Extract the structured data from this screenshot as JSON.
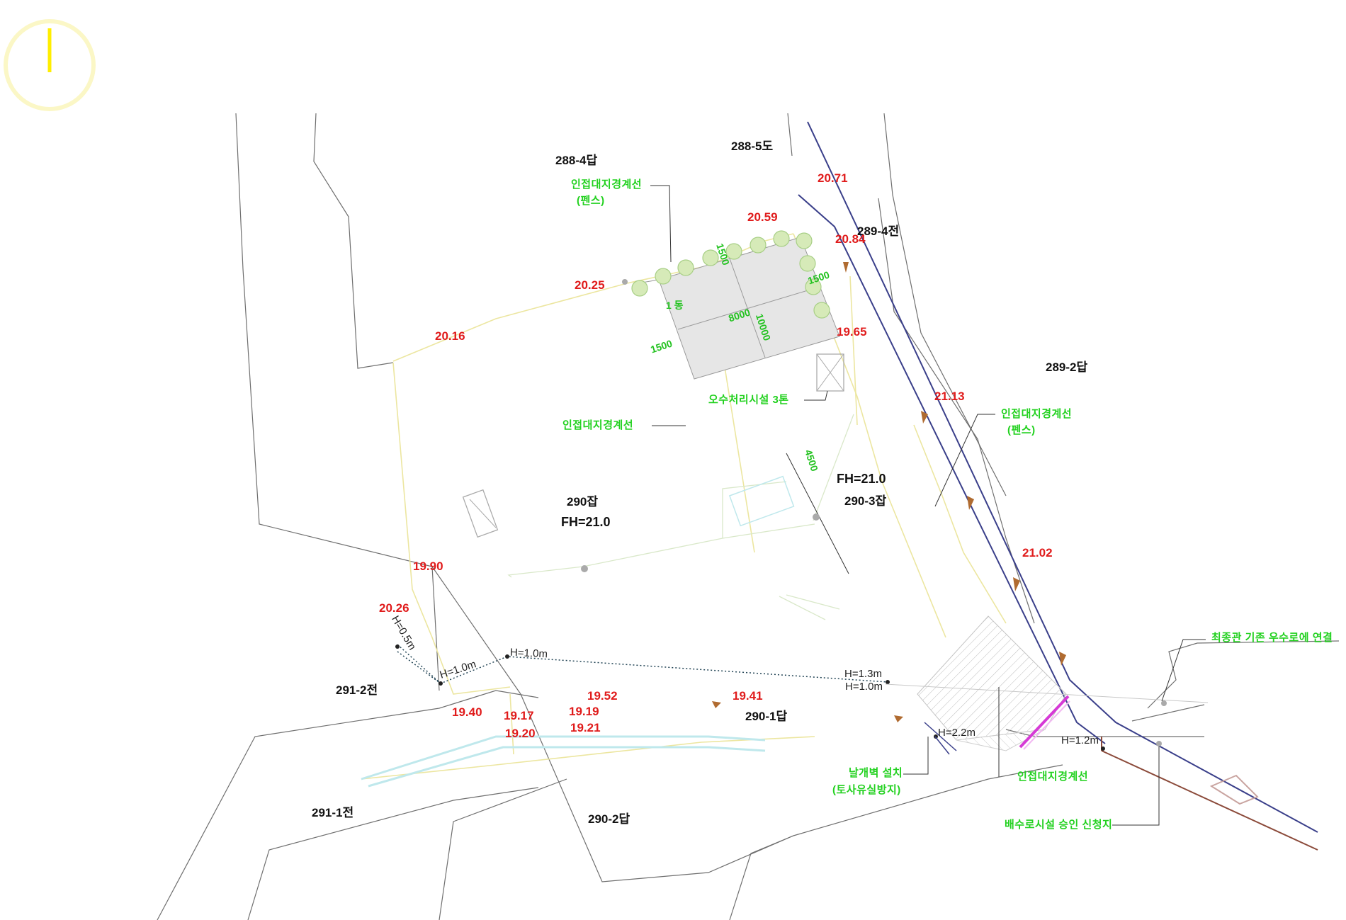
{
  "parcels": {
    "p288_4": "288-4답",
    "p288_5": "288-5도",
    "p289_4": "289-4전",
    "p289_2": "289-2답",
    "p290": "290잡",
    "p290_3": "290-3잡",
    "p290_1": "290-1답",
    "p290_2": "290-2답",
    "p291_2": "291-2전",
    "p291_1": "291-1전"
  },
  "floor_heights": {
    "main": "FH=21.0",
    "east": "FH=21.0"
  },
  "elevations": {
    "e2071": "20.71",
    "e2059": "20.59",
    "e2084": "20.84",
    "e2025": "20.25",
    "e2016": "20.16",
    "e1965": "19.65",
    "e2113": "21.13",
    "e2102": "21.02",
    "e1990": "19.90",
    "e2026": "20.26",
    "e1940": "19.40",
    "e1917": "19.17",
    "e1920": "19.20",
    "e1952": "19.52",
    "e1919": "19.19",
    "e1921": "19.21",
    "e1941": "19.41"
  },
  "annotations": {
    "boundary_fence_top": "인접대지경계선",
    "fence_top": "(펜스)",
    "boundary_mid": "인접대지경계선",
    "septic": "오수처리시설 3톤",
    "boundary_fence_right": "인접대지경계선",
    "fence_right": "(펜스)",
    "drain_connect": "최종관 기존 우수로에 연결",
    "retaining_wall": "날개벽 설치",
    "sediment": "(토사유실방지)",
    "boundary_bottom": "인접대지경계선",
    "apply_site": "배수로시설 승인 신청지"
  },
  "building": {
    "name": "1 동",
    "dim_w": "8000",
    "dim_l": "10000",
    "dim_a": "1500",
    "dim_b": "1500",
    "dim_c": "1500",
    "dim_d": "4500"
  },
  "dimensions": {
    "h05": "H=0.5m",
    "h10a": "H=1.0m",
    "h10b": "H=1.0m",
    "h13": "H=1.3m",
    "h10c": "H=1.0m",
    "h22": "H=2.2m",
    "h12": "H=1.2m"
  },
  "colors": {
    "parcel_line": "#6a6a6a",
    "site_boundary": "#ede8a2",
    "road_line": "#3a3f8a",
    "drain_brown": "#8b4a3a",
    "building_fill": "#e6e6e6",
    "tree": "#c9e6a8",
    "hatch": "#c0c0c0",
    "magenta": "#d63ad6",
    "drain_cyan": "#bfe8ec",
    "yellow_mark": "#ffee00"
  }
}
